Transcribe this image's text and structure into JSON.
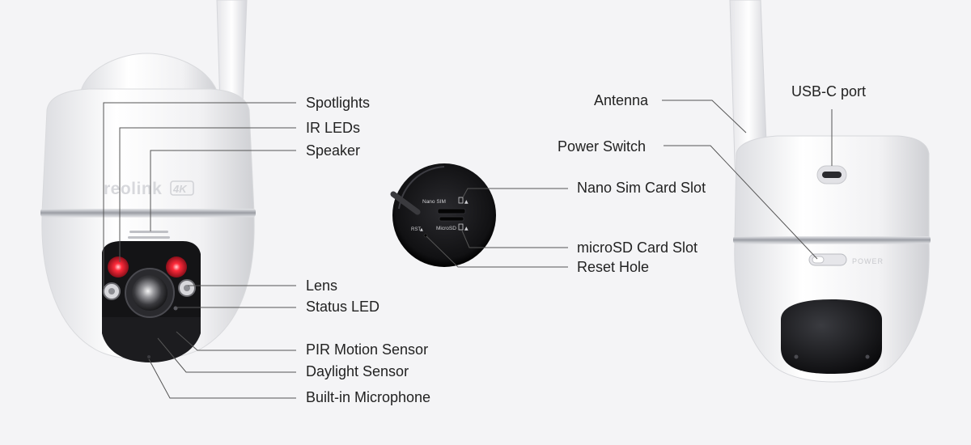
{
  "front_camera": {
    "brand": "reolink",
    "badge": "4K",
    "callouts": {
      "spotlights": "Spotlights",
      "ir_leds": "IR LEDs",
      "speaker": "Speaker",
      "lens": "Lens",
      "status_led": "Status LED",
      "pir_motion_sensor": "PIR Motion Sensor",
      "daylight_sensor": "Daylight Sensor",
      "built_in_microphone": "Built-in Microphone"
    }
  },
  "slot_detail": {
    "engravings": {
      "nano_sim": "Nano SIM",
      "microsd": "MicroSD",
      "rst": "RST"
    },
    "callouts": {
      "nano_sim_card_slot": "Nano Sim Card Slot",
      "microsd_card_slot": "microSD Card Slot",
      "reset_hole": "Reset Hole"
    }
  },
  "back_camera": {
    "engraving": "POWER",
    "callouts": {
      "antenna": "Antenna",
      "usb_c_port": "USB-C port",
      "power_switch": "Power Switch"
    }
  },
  "colors": {
    "background": "#f4f4f6",
    "body_white": "#f7f7f8",
    "lens_black": "#141416",
    "ir_red": "#ff2a3a",
    "trim_silver": "#b9bcc2",
    "leader_line": "#555555"
  }
}
